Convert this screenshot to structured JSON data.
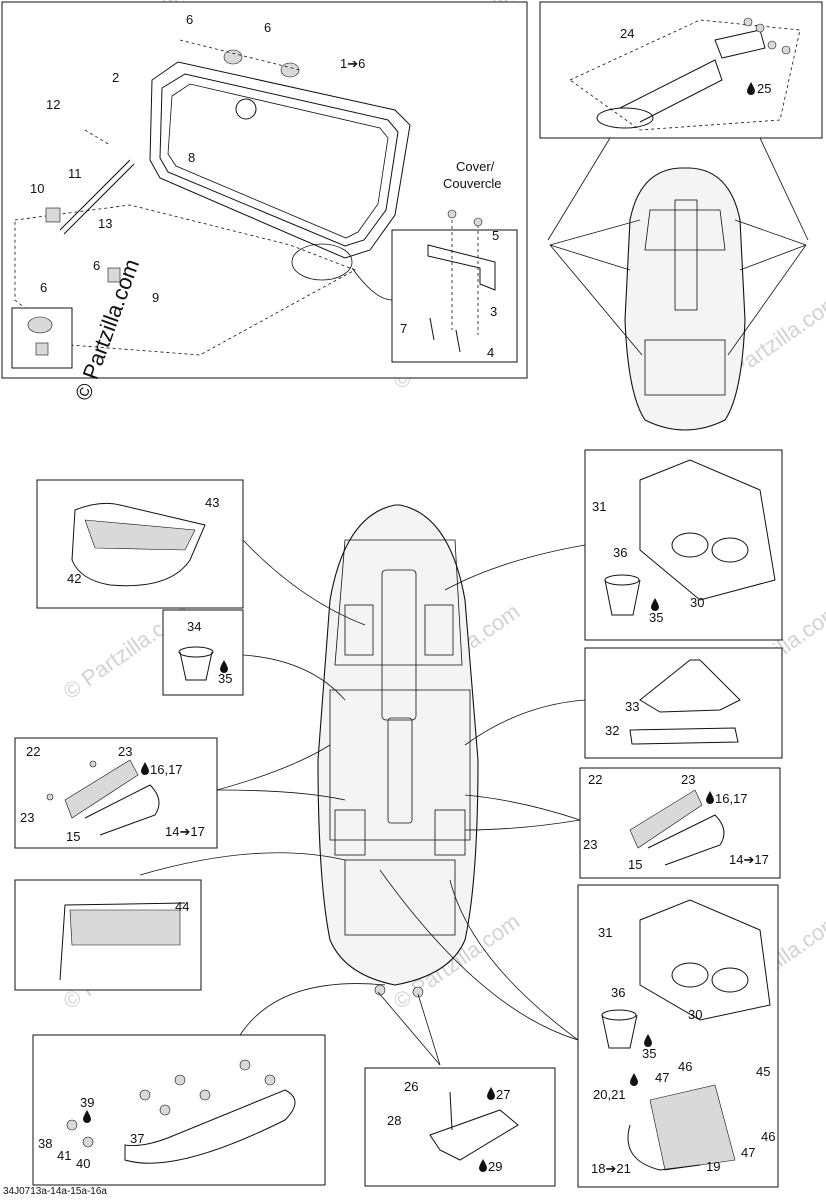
{
  "watermark": "© Partzilla.com",
  "copyright_mark": "© Partzilla.com",
  "drawing_code": "34J0713a-14a-15a-16a",
  "callouts": {
    "c6a": "6",
    "c6b": "6",
    "c1_6": "1➔6",
    "c2": "2",
    "c12": "12",
    "c8": "8",
    "c11": "11",
    "c10": "10",
    "c13": "13",
    "c6c": "6",
    "c9": "9",
    "c6d": "6",
    "cover_l1": "Cover/",
    "cover_l2": "Couvercle",
    "c5": "5",
    "c3": "3",
    "c7": "7",
    "c4": "4",
    "c24": "24",
    "c25": "25",
    "c43": "43",
    "c42": "42",
    "c34": "34",
    "c35a": "35",
    "c22a": "22",
    "c23a": "23",
    "c16_17a": "16,17",
    "c23b": "23",
    "c15a": "15",
    "c14_17a": "14➔17",
    "c44": "44",
    "c39": "39",
    "c37": "37",
    "c38": "38",
    "c41": "41",
    "c40": "40",
    "c26": "26",
    "c27": "27",
    "c28": "28",
    "c29": "29",
    "c31a": "31",
    "c36a": "36",
    "c35b": "35",
    "c30a": "30",
    "c33": "33",
    "c32": "32",
    "c22b": "22",
    "c23c": "23",
    "c16_17b": "16,17",
    "c23d": "23",
    "c15b": "15",
    "c14_17b": "14➔17",
    "c31b": "31",
    "c36b": "36",
    "c35c": "35",
    "c30b": "30",
    "c46a": "46",
    "c45": "45",
    "c20_21": "20,21",
    "c47a": "47",
    "c46b": "46",
    "c47b": "47",
    "c18_21": "18➔21",
    "c19": "19"
  }
}
